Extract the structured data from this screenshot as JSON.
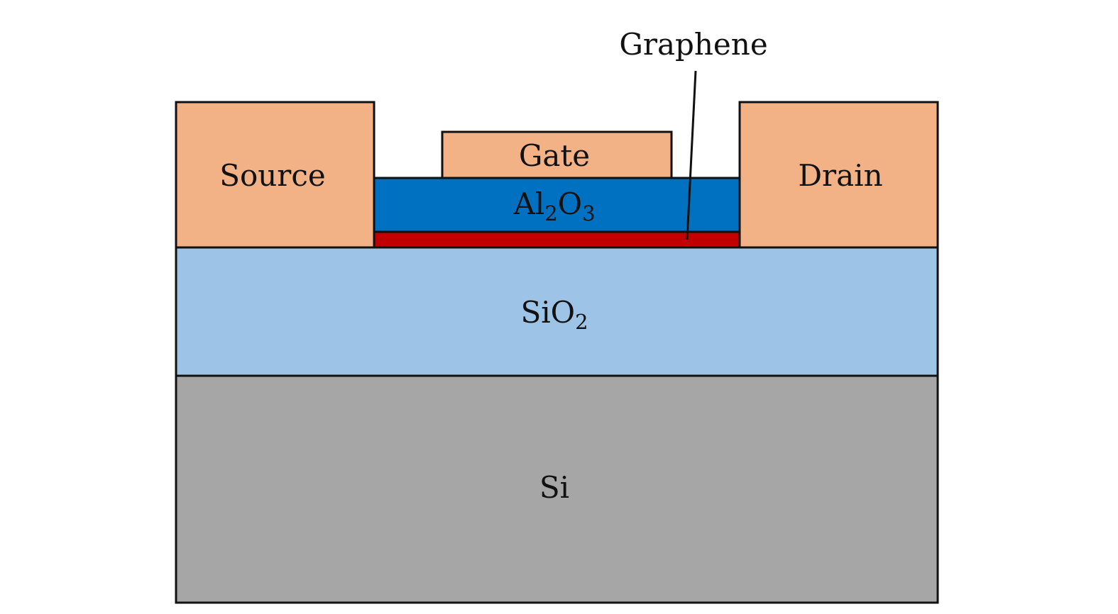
{
  "colors": {
    "metal": "#f3b186",
    "al2o3": "#0070c0",
    "graphene": "#c00000",
    "sio2": "#9dc3e6",
    "si": "#a6a6a6",
    "outline": "#111111"
  },
  "labels": {
    "source": "Source",
    "drain": "Drain",
    "gate": "Gate",
    "al2o3": {
      "a": "Al",
      "a_sub": "2",
      "b": "O",
      "b_sub": "3"
    },
    "sio2": {
      "a": "SiO",
      "a_sub": "2"
    },
    "si": "Si",
    "graphene": "Graphene"
  }
}
